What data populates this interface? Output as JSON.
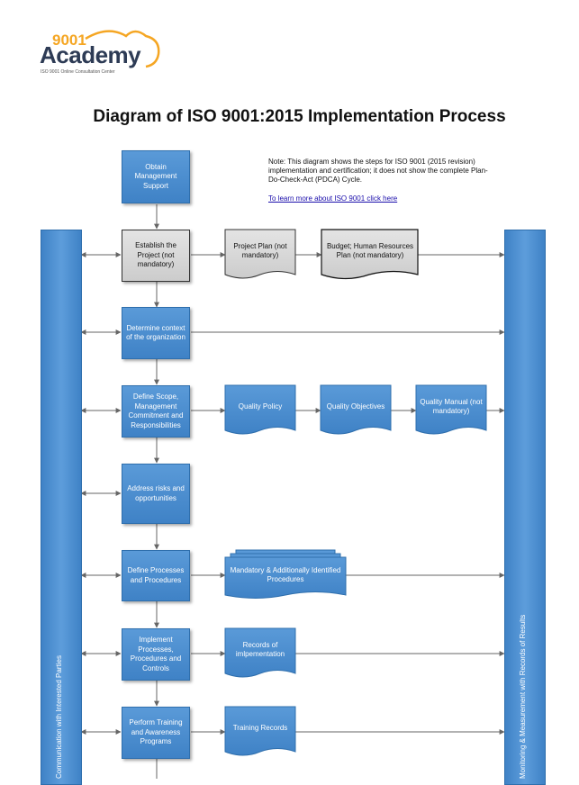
{
  "logo": {
    "number": "9001",
    "word": "Academy",
    "tagline": "ISO 9001 Online Consultation Center"
  },
  "page_title": "Diagram of ISO 9001:2015 Implementation Process",
  "note": {
    "text": "Note: This diagram shows the steps for ISO 9001 (2015 revision) implementation and certification; it does not show the complete Plan-Do-Check-Act (PDCA) Cycle.",
    "link_text": "To learn more about ISO 9001 click here"
  },
  "steps": [
    {
      "label": "Obtain Management Support"
    },
    {
      "label": "Establish the Project (not mandatory)"
    },
    {
      "label": "Determine context of the organization"
    },
    {
      "label": "Define Scope, Management Commitment and Responsibilities"
    },
    {
      "label": "Address risks and opportunities"
    },
    {
      "label": "Define Processes and Procedures"
    },
    {
      "label": "Implement Processes, Procedures and Controls"
    },
    {
      "label": "Perform Training and Awareness Programs"
    }
  ],
  "documents": [
    {
      "label": "Project Plan (not mandatory)"
    },
    {
      "label": "Budget; Human Resources Plan (not mandatory)"
    },
    {
      "label": "Quality Policy"
    },
    {
      "label": "Quality Objectives"
    },
    {
      "label": "Quality Manual (not mandatory)"
    },
    {
      "label": "Mandatory & Additionally Identified Procedures"
    },
    {
      "label": "Records of imlpementation"
    },
    {
      "label": "Training Records"
    }
  ],
  "side_bars": {
    "left": "Communication with Interested Parties",
    "right": "Monitoring & Measurement with Records of Results"
  },
  "colors": {
    "box_blue": "#4a8ed0",
    "box_gray": "#d9d9d9",
    "arrow": "#666666",
    "logo_orange": "#f5a623",
    "logo_navy": "#2d3b55"
  }
}
